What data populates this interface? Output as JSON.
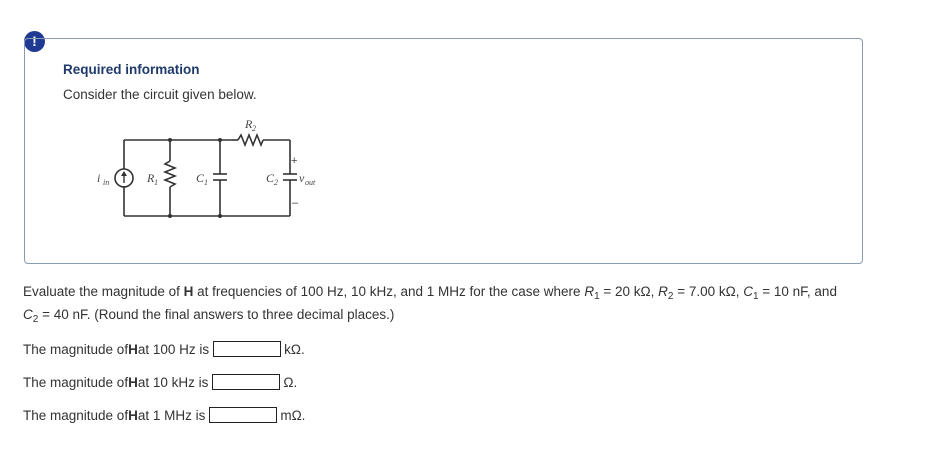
{
  "alert_icon": "exclamation-icon",
  "info": {
    "title": "Required information",
    "text": "Consider the circuit given below."
  },
  "circuit": {
    "labels": {
      "iin": "i",
      "iin_sub": "in",
      "r1": "R",
      "r1_sub": "1",
      "c1": "C",
      "c1_sub": "1",
      "r2": "R",
      "r2_sub": "2",
      "c2": "C",
      "c2_sub": "2",
      "vout": "v",
      "vout_sub": "out",
      "plus": "+",
      "minus": "–"
    }
  },
  "question": {
    "text_1": "Evaluate the magnitude of ",
    "bold_h": "H",
    "text_2": " at frequencies of 100 Hz, 10 kHz, and 1 MHz for the case where ",
    "r1": "R",
    "r1_sub": "1",
    "r1_val": " = 20 kΩ, ",
    "r2": "R",
    "r2_sub": "2",
    "r2_val": " = 7.00 kΩ, ",
    "c1": "C",
    "c1_sub": "1",
    "c1_val": " = 10 nF, and",
    "c2": "C",
    "c2_sub": "2",
    "c2_val": " = 40 nF. (Round the final answers to three decimal places.)"
  },
  "answers": [
    {
      "prefix": "The magnitude of ",
      "bold": "H",
      "suffix": " at 100 Hz is",
      "value": "",
      "unit": "kΩ."
    },
    {
      "prefix": "The magnitude of ",
      "bold": "H",
      "suffix": " at 10 kHz is",
      "value": "",
      "unit": "Ω."
    },
    {
      "prefix": "The magnitude of ",
      "bold": "H",
      "suffix": " at 1 MHz is",
      "value": "",
      "unit": "mΩ."
    }
  ]
}
